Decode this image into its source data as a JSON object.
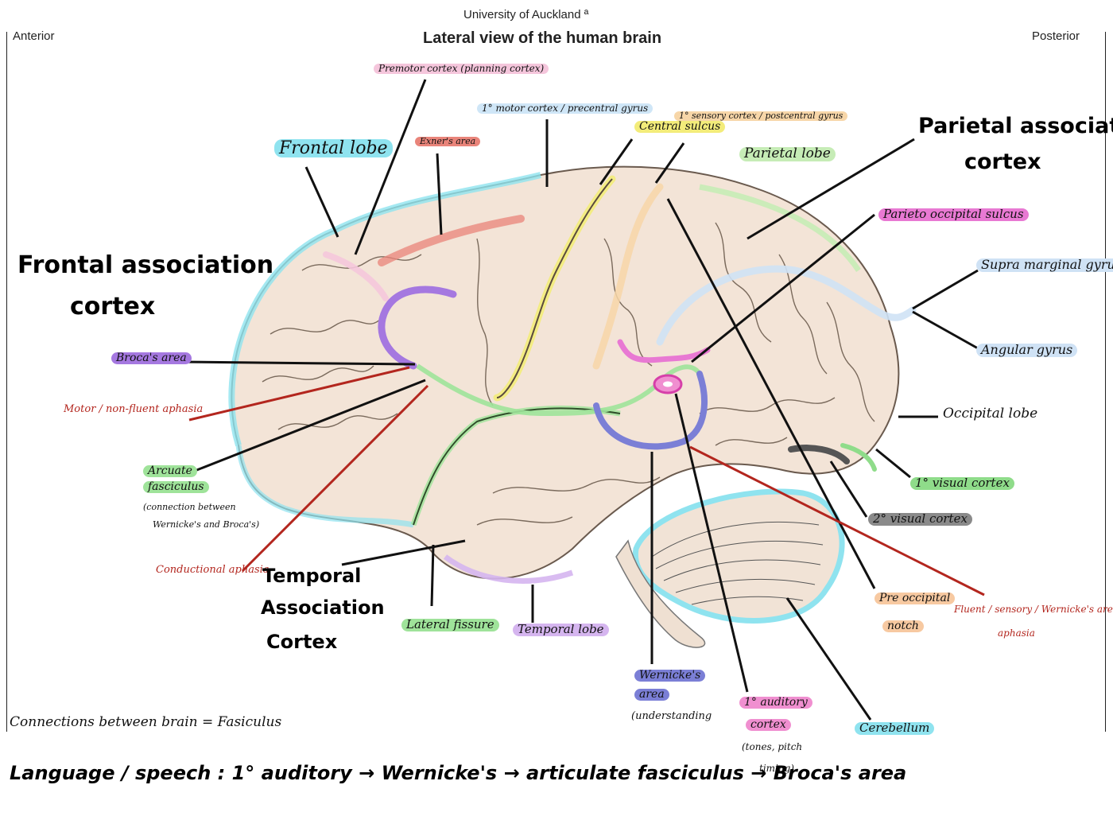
{
  "header": {
    "source": "University of Auckland ª",
    "title": "Lateral view of the human brain",
    "left_orientation": "Anterior",
    "right_orientation": "Posterior"
  },
  "colors": {
    "frontal_lobe": "#8fe3ef",
    "premotor": "#f5c6dc",
    "motor": "#cfe6f7",
    "exners": "#e9847a",
    "central_sulcus": "#f3ec7a",
    "sensory": "#f7d6a8",
    "parietal": "#c6ecb6",
    "broca": "#a578e0",
    "arcuate": "#9fe39a",
    "wernicke": "#7b7fd6",
    "auditory": "#f08fd0",
    "temporal": "#d5b5ef",
    "cerebellum": "#8fe3ef",
    "visual1": "#8fdc8a",
    "visual2": "#8a8a8a",
    "pre_occipital": "#f7c9a1",
    "red_label": "#b3261e"
  },
  "labels": {
    "premotor": "Premotor cortex (planning cortex)",
    "motor": "1° motor cortex / precentral gyrus",
    "central_sulcus": "Central sulcus",
    "sensory": "1° sensory cortex / postcentral gyrus",
    "parietal_lobe": "Parietal lobe",
    "frontal_lobe": "Frontal lobe",
    "exners": "Exner's area",
    "parietal_assoc_line1": "Parietal association",
    "parietal_assoc_line2": "cortex",
    "frontal_assoc_line1": "Frontal association",
    "frontal_assoc_line2": "cortex",
    "parieto_occipital": "Parieto occipital sulcus",
    "supramarginal": "Supra marginal gyrus",
    "angular": "Angular gyrus",
    "broca": "Broca's area",
    "motor_aphasia": "Motor / non-fluent aphasia",
    "arcuate_line1": "Arcuate",
    "arcuate_line2": "fasciculus",
    "arcuate_line3": "(connection between",
    "arcuate_line4": "Wernicke's and Broca's)",
    "conduction": "Conductional aphasia",
    "temporal_assoc_line1": "Temporal",
    "temporal_assoc_line2": "Association",
    "temporal_assoc_line3": "Cortex",
    "lateral_fissure": "Lateral fissure",
    "temporal_lobe": "Temporal lobe",
    "wernicke_line1": "Wernicke's",
    "wernicke_line2": "area",
    "wernicke_line3": "(understanding",
    "auditory_line1": "1° auditory",
    "auditory_line2": "cortex",
    "auditory_line3": "(tones, pitch",
    "auditory_line4": "timing)",
    "cerebellum": "Cerebellum",
    "occipital_lobe": "Occipital lobe",
    "visual1": "1° visual cortex",
    "visual2": "2° visual cortex",
    "pre_occipital_line1": "Pre occipital",
    "pre_occipital_line2": "notch",
    "fluent_line1": "Fluent / sensory / Wernicke's area",
    "fluent_line2": "aphasia"
  },
  "notes": {
    "fasciculus": "Connections between brain = Fasiculus",
    "language": "Language / speech : 1° auditory → Wernicke's → articulate fasciculus → Broca's area"
  }
}
